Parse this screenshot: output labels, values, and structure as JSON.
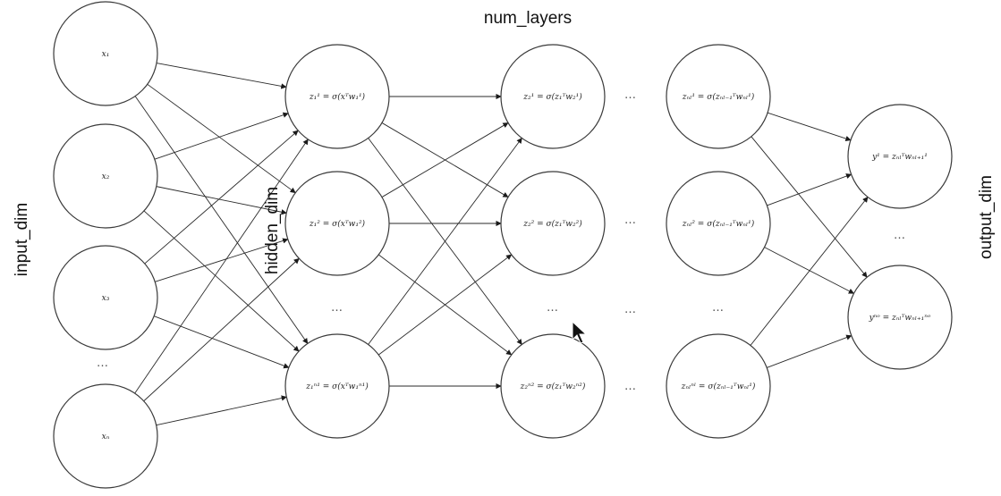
{
  "title": "num_layers",
  "side_labels": {
    "input": "input_dim",
    "hidden": "hidden_dim",
    "output": "output_dim"
  },
  "ellipsis": "…",
  "input_nodes": [
    "x₁",
    "x₂",
    "x₃",
    "xₙ"
  ],
  "hidden1_nodes": [
    "z₁¹ = σ(xᵀw₁¹)",
    "z₁² = σ(xᵀw₁²)",
    "z₁ⁿ¹ = σ(xᵀw₁ⁿ¹)"
  ],
  "hidden2_nodes": [
    "z₂¹ = σ(z₁ᵀw₂¹)",
    "z₂² = σ(z₁ᵀw₂²)",
    "z₂ⁿ² = σ(z₁ᵀw₂ⁿ²)"
  ],
  "hiddenL_nodes": [
    "zₙₗ¹ = σ(zₙₗ₋₁ᵀwₙₗ¹)",
    "zₙₗ² = σ(zₙₗ₋₁ᵀwₙₗ¹)",
    "zₙₗⁿˡ = σ(zₙₗ₋₁ᵀwₙₗ¹)"
  ],
  "output_nodes": [
    "y¹ = zₙₗᵀwₙₗ₊₁¹",
    "yⁿᵒ = zₙₗᵀwₙₗ₊₁ⁿᵒ"
  ],
  "icons": {
    "cursor": "mouse-pointer-icon"
  }
}
